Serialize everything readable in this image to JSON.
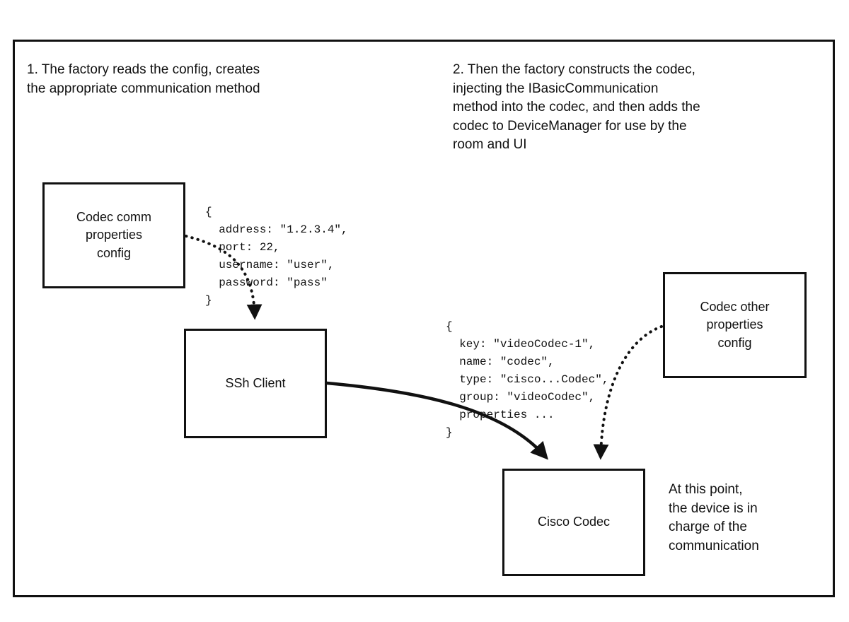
{
  "notes": {
    "step1": "1. The factory reads the config, creates\nthe appropriate communication method",
    "step2": "2. Then the factory constructs the codec,\ninjecting the IBasicCommunication\nmethod into the codec, and then adds the\ncodec to DeviceManager for use by the\nroom and UI",
    "at_this_point": "At this point,\nthe device is in\ncharge of the\ncommunication"
  },
  "boxes": {
    "codec_comm_config": {
      "label": "Codec comm\nproperties\nconfig"
    },
    "ssh_client": {
      "label": "SSh Client"
    },
    "codec_other_config": {
      "label": "Codec other\nproperties\nconfig"
    },
    "cisco_codec": {
      "label": "Cisco Codec"
    }
  },
  "code_snippets": {
    "comm_properties": "{\n  address: \"1.2.3.4\",\n  port: 22,\n  username: \"user\",\n  password: \"pass\"\n}",
    "codec_properties": "{\n  key: \"videoCodec-1\",\n  name: \"codec\",\n  type: \"cisco...Codec\",\n  group: \"videoCodec\",\n  properties ...\n}"
  },
  "colors": {
    "line": "#111111",
    "background": "#ffffff"
  }
}
